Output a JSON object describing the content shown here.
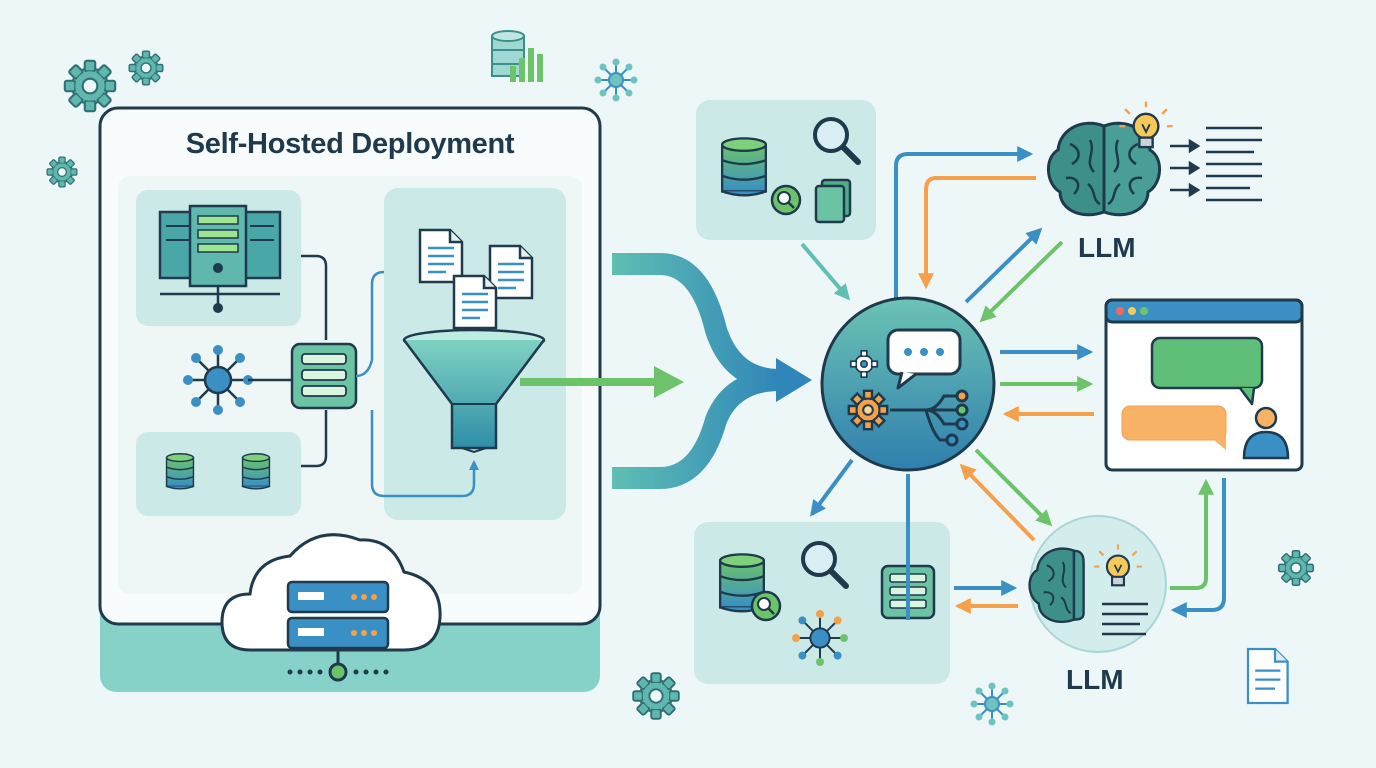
{
  "title": "Self-Hosted Deployment",
  "llm_top": "LLM",
  "llm_bottom": "LLM",
  "colors": {
    "background": "#eef7f8",
    "teal": "#3aa59e",
    "blue": "#3a8fc4",
    "green": "#6cc36a",
    "orange": "#f5a04a",
    "dark": "#1e3a4c",
    "panel": "#d3ecec",
    "brain": "#3d8f8a"
  },
  "icons": [
    "gear-icon",
    "bar-chart-database-icon",
    "network-icon",
    "server-rack-icon",
    "database-icon",
    "document-icon",
    "funnel-icon",
    "cloud-server-icon",
    "magnifier-icon",
    "brain-icon",
    "lightbulb-icon",
    "chat-window-icon",
    "user-icon",
    "chat-bubble-icon"
  ]
}
